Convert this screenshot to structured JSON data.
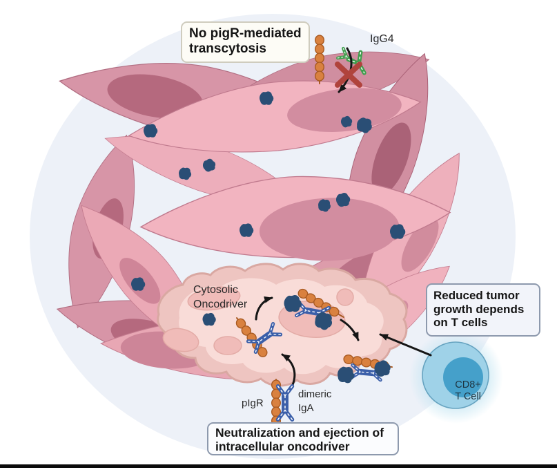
{
  "figure": {
    "description": "Tumor mass diagram showing pIgR-mediated dimeric IgA transcytosis neutralizing intracellular oncodriver, blocked IgG4 entry, and CD8+ T cell dependent tumor reduction"
  },
  "boxes": {
    "top": {
      "lines": [
        "No pigR-mediated",
        "transcytosis"
      ]
    },
    "right": {
      "lines": [
        "Reduced tumor",
        "growth depends",
        "on T cells"
      ]
    },
    "bottom": {
      "lines": [
        "Neutralization and ejection of",
        "intracellular oncodriver"
      ]
    }
  },
  "labels": {
    "igg4": "IgG4",
    "cytosolic": {
      "lines": [
        "Cytosolic",
        "Oncodriver"
      ]
    },
    "pigr": "pIgR",
    "dimeric_iga": {
      "lines": [
        "dimeric",
        "IgA"
      ]
    },
    "cd8": {
      "lines": [
        "CD8+",
        "T Cell"
      ]
    }
  },
  "icons": {
    "igg4_antibody": "igg4-antibody-icon",
    "dimeric_iga_antibody": "dimeric-iga-icon",
    "pigr_receptor": "pigr-receptor-icon",
    "oncodriver_blob": "oncodriver-blob-icon",
    "blocked_x": "blocked-x-icon",
    "cd8_t_cell": "cd8-tcell-icon"
  },
  "colors": {
    "tumor_cell": "#f2b4c0",
    "tumor_nucleus": "#d28da0",
    "oncodriver": "#2a4e75",
    "pigr_receptor": "#d9813f",
    "iga_antibody": "#3b5fa9",
    "igg4_antibody": "#3f9e4d",
    "tcell_body": "#9fd2e8",
    "tcell_nucleus": "#45a0ca",
    "blocked_x": "#b0433c",
    "background_halo": "#edf1f8"
  }
}
